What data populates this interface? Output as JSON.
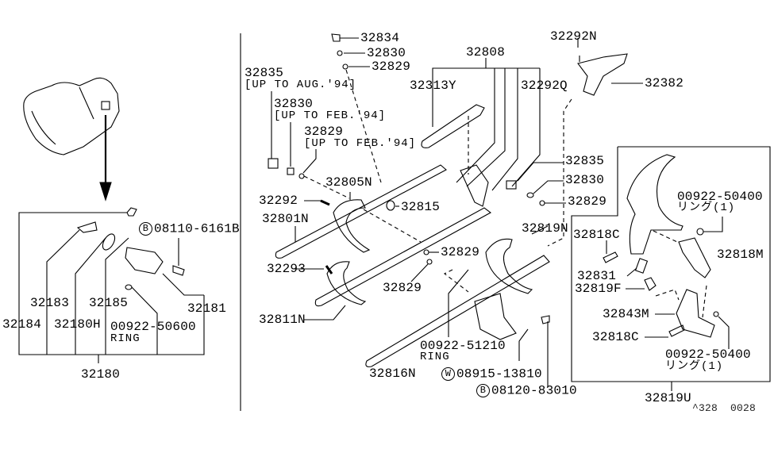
{
  "left_panel": {
    "bolt_code": "08110-6161B",
    "bolt_marker": "B",
    "labels": {
      "p32183": "32183",
      "p32185": "32185",
      "p32181": "32181",
      "p32184": "32184",
      "p32180h": "32180H",
      "ring_code": "00922-50600",
      "ring_text": "RING",
      "assembly": "32180"
    }
  },
  "main": {
    "p32834": "32834",
    "p32830_top": "32830",
    "p32829_top": "32829",
    "p32835_early": "32835",
    "p32835_note": "[UP TO AUG.'94]",
    "p32830_early": "32830",
    "p32830_note": "[UP TO FEB.'94]",
    "p32829_early": "32829",
    "p32829_note": "[UP TO FEB.'94]",
    "p32808": "32808",
    "p32313y": "32313Y",
    "p32292q": "32292Q",
    "p32292n": "32292N",
    "p32382": "32382",
    "p32805n": "32805N",
    "p32292": "32292",
    "p32815": "32815",
    "p32801n": "32801N",
    "p32293": "32293",
    "p32829_a": "32829",
    "p32829_b": "32829",
    "p32811n": "32811N",
    "p32819n": "32819N",
    "p32835": "32835",
    "p32830": "32830",
    "p32829_c": "32829",
    "ring2_code": "00922-51210",
    "ring2_text": "RING",
    "p32816n": "32816N",
    "washer_marker": "W",
    "washer_code": "08915-13810",
    "bolt2_marker": "B",
    "bolt2_code": "08120-83010"
  },
  "right_box": {
    "ring_a_code": "00922-50400",
    "ring_a_text": "リング(1)",
    "p32818c_a": "32818C",
    "p32818m": "32818M",
    "p32831": "32831",
    "p32819f": "32819F",
    "p32843m": "32843M",
    "p32818c_b": "32818C",
    "ring_b_code": "00922-50400",
    "ring_b_text": "リング(1)",
    "assembly": "32819U"
  },
  "diagram_code": "^328  0028"
}
